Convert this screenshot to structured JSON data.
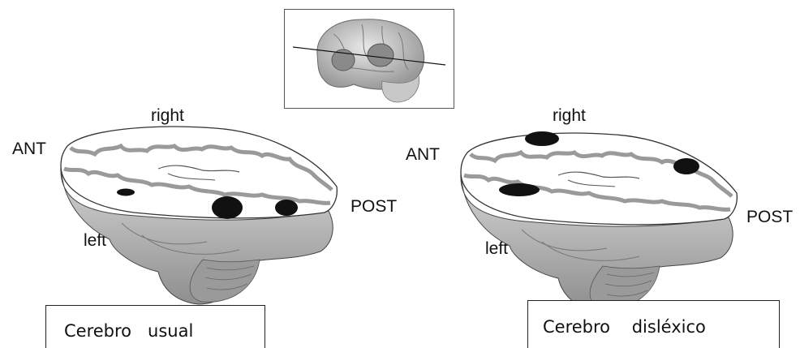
{
  "inset": {
    "description_icon": "brain-lateral-view-icon"
  },
  "panels": [
    {
      "labels": {
        "top": "right",
        "front": "ANT",
        "back": "POST",
        "bottom": "left"
      },
      "caption": "Cerebro   usual"
    },
    {
      "labels": {
        "top": "right",
        "front": "ANT",
        "back": "POST",
        "bottom": "left"
      },
      "caption": "Cerebro    disléxico"
    }
  ],
  "colors": {
    "lesion": "#111111",
    "cortex": "#bdbdbd",
    "white_matter": "#ffffff",
    "outline": "#333333"
  }
}
